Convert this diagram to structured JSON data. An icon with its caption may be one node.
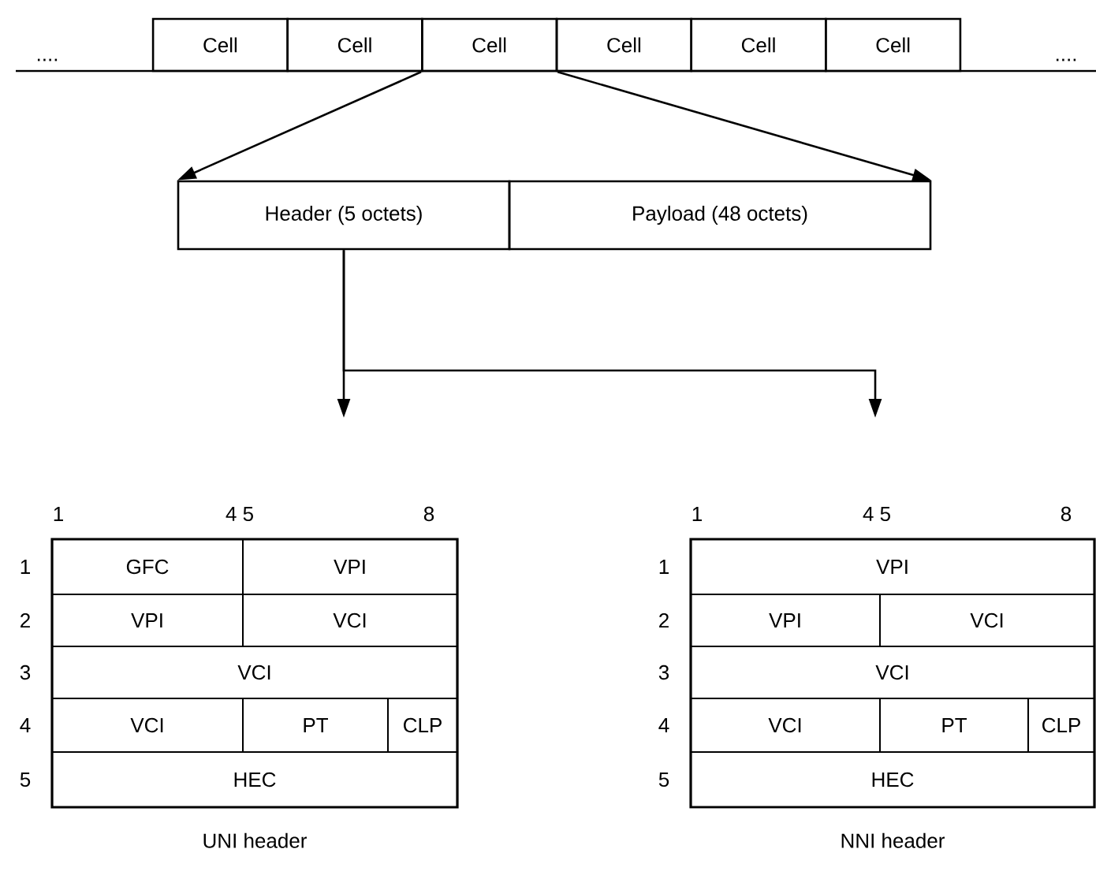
{
  "diagram": {
    "nodes": [
      {
        "text": [
          "Cell"
        ]
      },
      {
        "text": [
          "Cell"
        ]
      },
      {
        "text": [
          "Cell"
        ]
      },
      {
        "text": [
          "Cell"
        ]
      },
      {
        "text": [
          "Cell"
        ]
      },
      {
        "text": [
          "Cell"
        ]
      },
      {
        "text": [
          "Header (5 octets)"
        ]
      },
      {
        "text": [
          "Payload (48 octets)"
        ]
      },
      {
        "text": [
          "UNI header"
        ]
      },
      {
        "text": [
          "GFC"
        ],
        "in": 8
      },
      {
        "text": [
          "VPI"
        ],
        "in": 8
      },
      {
        "text": [
          "VPI"
        ],
        "in": 8
      },
      {
        "text": [
          "VCI"
        ],
        "in": 8
      },
      {
        "text": [
          "VCI"
        ],
        "in": 8
      },
      {
        "text": [
          "VCI"
        ],
        "in": 8
      },
      {
        "text": [
          "PT"
        ],
        "in": 8
      },
      {
        "text": [
          "CLP"
        ],
        "in": 8
      },
      {
        "text": [
          "HEC"
        ],
        "in": 8
      },
      {
        "text": [
          "NNI header"
        ]
      },
      {
        "text": [
          "VPI"
        ],
        "in": 18
      },
      {
        "text": [
          "VPI"
        ],
        "in": 18
      },
      {
        "text": [
          "VCI"
        ],
        "in": 18
      },
      {
        "text": [
          "VCI"
        ],
        "in": 18
      },
      {
        "text": [
          "VCI"
        ],
        "in": 18
      },
      {
        "text": [
          "PT"
        ],
        "in": 18
      },
      {
        "text": [
          "CLP"
        ],
        "in": 18
      },
      {
        "text": [
          "HEC"
        ],
        "in": 18
      }
    ],
    "edges": [
      {
        "from": 2,
        "to": 6,
        "arrow": "to"
      },
      {
        "from": 2,
        "to": 7,
        "arrow": "to"
      },
      {
        "from": 6,
        "to": null,
        "arrow": "to"
      },
      {
        "from": 6,
        "to": null,
        "arrow": "to"
      }
    ],
    "labels": [
      "....",
      "....",
      "1",
      "4 5",
      "8",
      "1",
      "2",
      "3",
      "4",
      "5",
      "1",
      "4 5",
      "8",
      "1",
      "2",
      "3",
      "4",
      "5"
    ]
  }
}
